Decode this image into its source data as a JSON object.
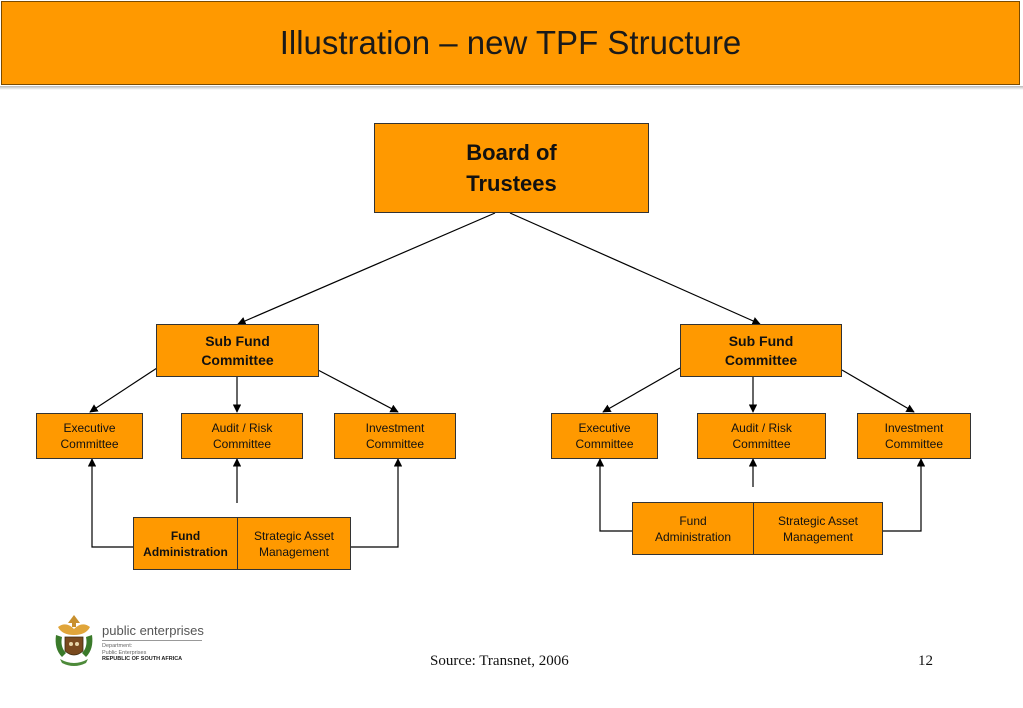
{
  "title": "Illustration – new TPF Structure",
  "board": {
    "line1": "Board of",
    "line2": "Trustees"
  },
  "left": {
    "sub_fund": {
      "line1": "Sub Fund",
      "line2": "Committee"
    },
    "executive": {
      "line1": "Executive",
      "line2": "Committee"
    },
    "audit": {
      "line1": "Audit / Risk",
      "line2": "Committee"
    },
    "investment": {
      "line1": "Investment",
      "line2": "Committee"
    },
    "fund_admin": {
      "line1": "Fund",
      "line2": "Administration"
    },
    "strategic": {
      "line1": "Strategic Asset",
      "line2": "Management"
    }
  },
  "right": {
    "sub_fund": {
      "line1": "Sub Fund",
      "line2": "Committee"
    },
    "executive": {
      "line1": "Executive",
      "line2": "Committee"
    },
    "audit": {
      "line1": "Audit / Risk",
      "line2": "Committee"
    },
    "investment": {
      "line1": "Investment",
      "line2": "Committee"
    },
    "fund_admin": {
      "line1": "Fund",
      "line2": "Administration"
    },
    "strategic": {
      "line1": "Strategic Asset",
      "line2": "Management"
    }
  },
  "logo": {
    "name": "public enterprises",
    "dept_line1": "Department:",
    "dept_line2": "Public Enterprises",
    "country": "REPUBLIC OF SOUTH AFRICA"
  },
  "footer": {
    "source": "Source: Transnet, 2006",
    "page": "12"
  },
  "colors": {
    "box_fill": "#ff9900",
    "line": "#000000"
  }
}
